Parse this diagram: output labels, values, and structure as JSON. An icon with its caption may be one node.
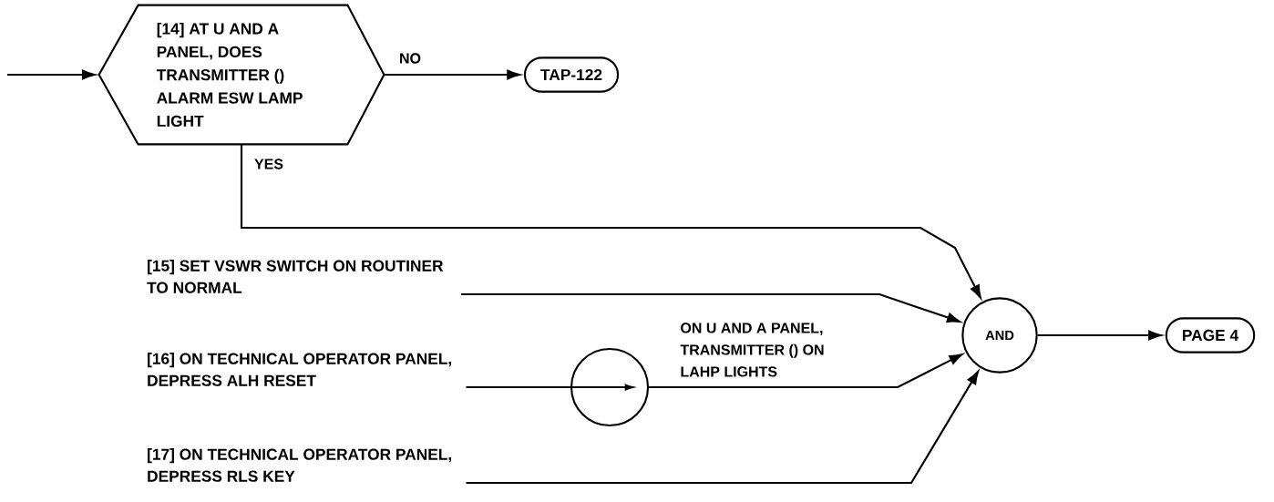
{
  "diagram": {
    "nodes": [
      {
        "text": [
          "[14] AT U AND A PANEL, DOES TRANSMITTER () ALARM ESW LAMP LIGHT"
        ]
      },
      {
        "text": [
          "TAP-122"
        ]
      },
      {
        "text": [
          "[15] SET VSWR SWITCH ON ROUTINER TO NORMAL"
        ]
      },
      {
        "text": [
          "[16] ON TECHNICAL OPERATOR PANEL, DEPRESS ALH RESET"
        ]
      },
      {
        "text": [],
        "shape": "circle"
      },
      {
        "text": [
          "[17] ON TECHNICAL OPERATOR PANEL, DEPRESS RLS KEY"
        ]
      },
      {
        "text": [
          "AND"
        ]
      },
      {
        "text": [
          "PAGE 4"
        ]
      }
    ],
    "edges": [
      {
        "from": null,
        "to": 0,
        "arrow": "to"
      },
      {
        "from": 0,
        "to": 1,
        "arrow": "to",
        "label": "NO"
      },
      {
        "from": 0,
        "to": 6,
        "arrow": "to",
        "label": "YES"
      },
      {
        "from": 2,
        "to": 6,
        "arrow": "to"
      },
      {
        "from": 3,
        "to": 4,
        "arrow": "none"
      },
      {
        "from": 4,
        "to": 6,
        "arrow": "to",
        "label": "ON U AND A PANEL, TRANSMITTER () ON LAHP LIGHTS"
      },
      {
        "from": 5,
        "to": 6,
        "arrow": "to"
      },
      {
        "from": 6,
        "to": 7,
        "arrow": "to"
      }
    ]
  }
}
